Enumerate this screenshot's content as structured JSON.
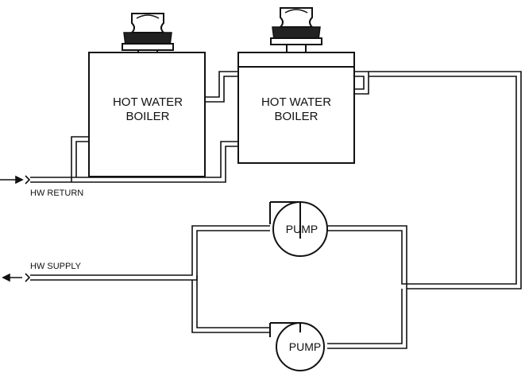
{
  "boilers": [
    {
      "line1": "HOT WATER",
      "line2": "BOILER"
    },
    {
      "line1": "HOT WATER",
      "line2": "BOILER"
    }
  ],
  "pumps": [
    {
      "label": "PUMP"
    },
    {
      "label": "PUMP"
    }
  ],
  "lines": {
    "return_label": "HW RETURN",
    "supply_label": "HW SUPPLY"
  }
}
